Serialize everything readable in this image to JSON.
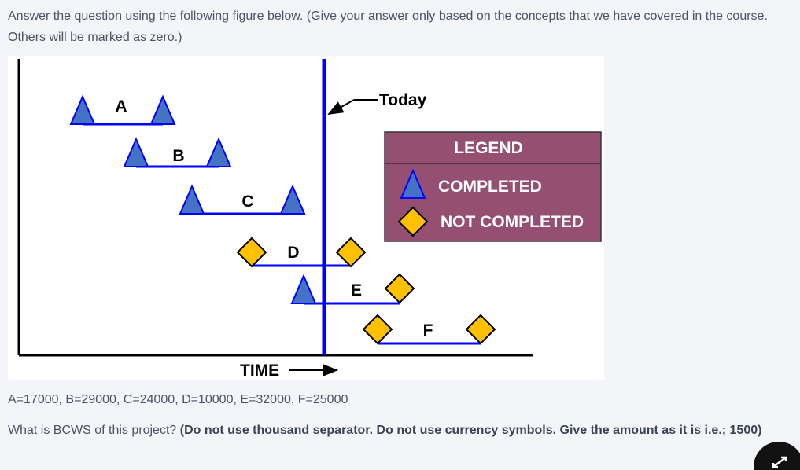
{
  "question": {
    "intro": "Answer the question using the following figure below. (Give your answer only based on the concepts that we have covered in the course. Others will be marked as zero.)",
    "values": "A=17000, B=29000, C=24000, D=10000, E=32000, F=25000",
    "prompt": "What is BCWS of this project? ",
    "instruction": "(Do not use thousand separator. Do not use currency symbols. Give the amount as it is i.e.; 1500)"
  },
  "figure": {
    "today_label": "Today",
    "time_label": "TIME",
    "tasks": [
      {
        "label": "A",
        "start_marker": "completed",
        "end_marker": "completed"
      },
      {
        "label": "B",
        "start_marker": "completed",
        "end_marker": "completed"
      },
      {
        "label": "C",
        "start_marker": "completed",
        "end_marker": "completed"
      },
      {
        "label": "D",
        "start_marker": "not-completed",
        "end_marker": "not-completed"
      },
      {
        "label": "E",
        "start_marker": "completed",
        "end_marker": "not-completed"
      },
      {
        "label": "F",
        "start_marker": "not-completed",
        "end_marker": "not-completed"
      }
    ],
    "legend": {
      "title": "LEGEND",
      "completed": "COMPLETED",
      "not_completed": "NOT COMPLETED"
    },
    "colors": {
      "completed": "#4472c4",
      "not_completed": "#ffc000",
      "today_line": "#0000ff",
      "legend_bg": "#954f72"
    }
  },
  "controls": {
    "expand_icon": "expand-arrows-icon"
  }
}
